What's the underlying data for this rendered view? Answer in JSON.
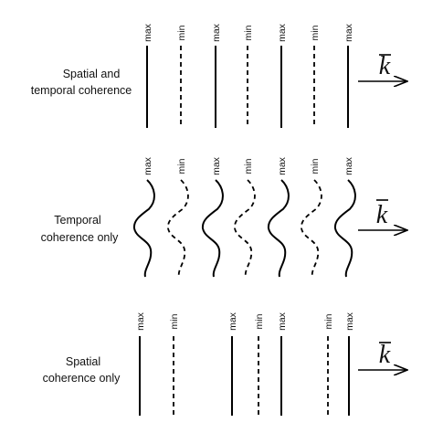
{
  "panels": [
    {
      "id": "spatial-temporal",
      "label_lines": [
        "Spatial and",
        "temporal coherence"
      ],
      "fronts": [
        {
          "type": "max"
        },
        {
          "type": "min"
        },
        {
          "type": "max"
        },
        {
          "type": "min"
        },
        {
          "type": "max"
        },
        {
          "type": "min"
        },
        {
          "type": "max"
        }
      ],
      "vector": "k"
    },
    {
      "id": "temporal-only",
      "label_lines": [
        "Temporal",
        "coherence only"
      ],
      "fronts": [
        {
          "type": "max"
        },
        {
          "type": "min"
        },
        {
          "type": "max"
        },
        {
          "type": "min"
        },
        {
          "type": "max"
        },
        {
          "type": "min"
        },
        {
          "type": "max"
        }
      ],
      "vector": "k"
    },
    {
      "id": "spatial-only",
      "label_lines": [
        "Spatial",
        "coherence only"
      ],
      "fronts": [
        {
          "type": "max"
        },
        {
          "type": "min"
        },
        {
          "type": "max"
        },
        {
          "type": "min"
        },
        {
          "type": "max"
        },
        {
          "type": "min"
        },
        {
          "type": "max"
        }
      ],
      "vector": "k"
    }
  ]
}
